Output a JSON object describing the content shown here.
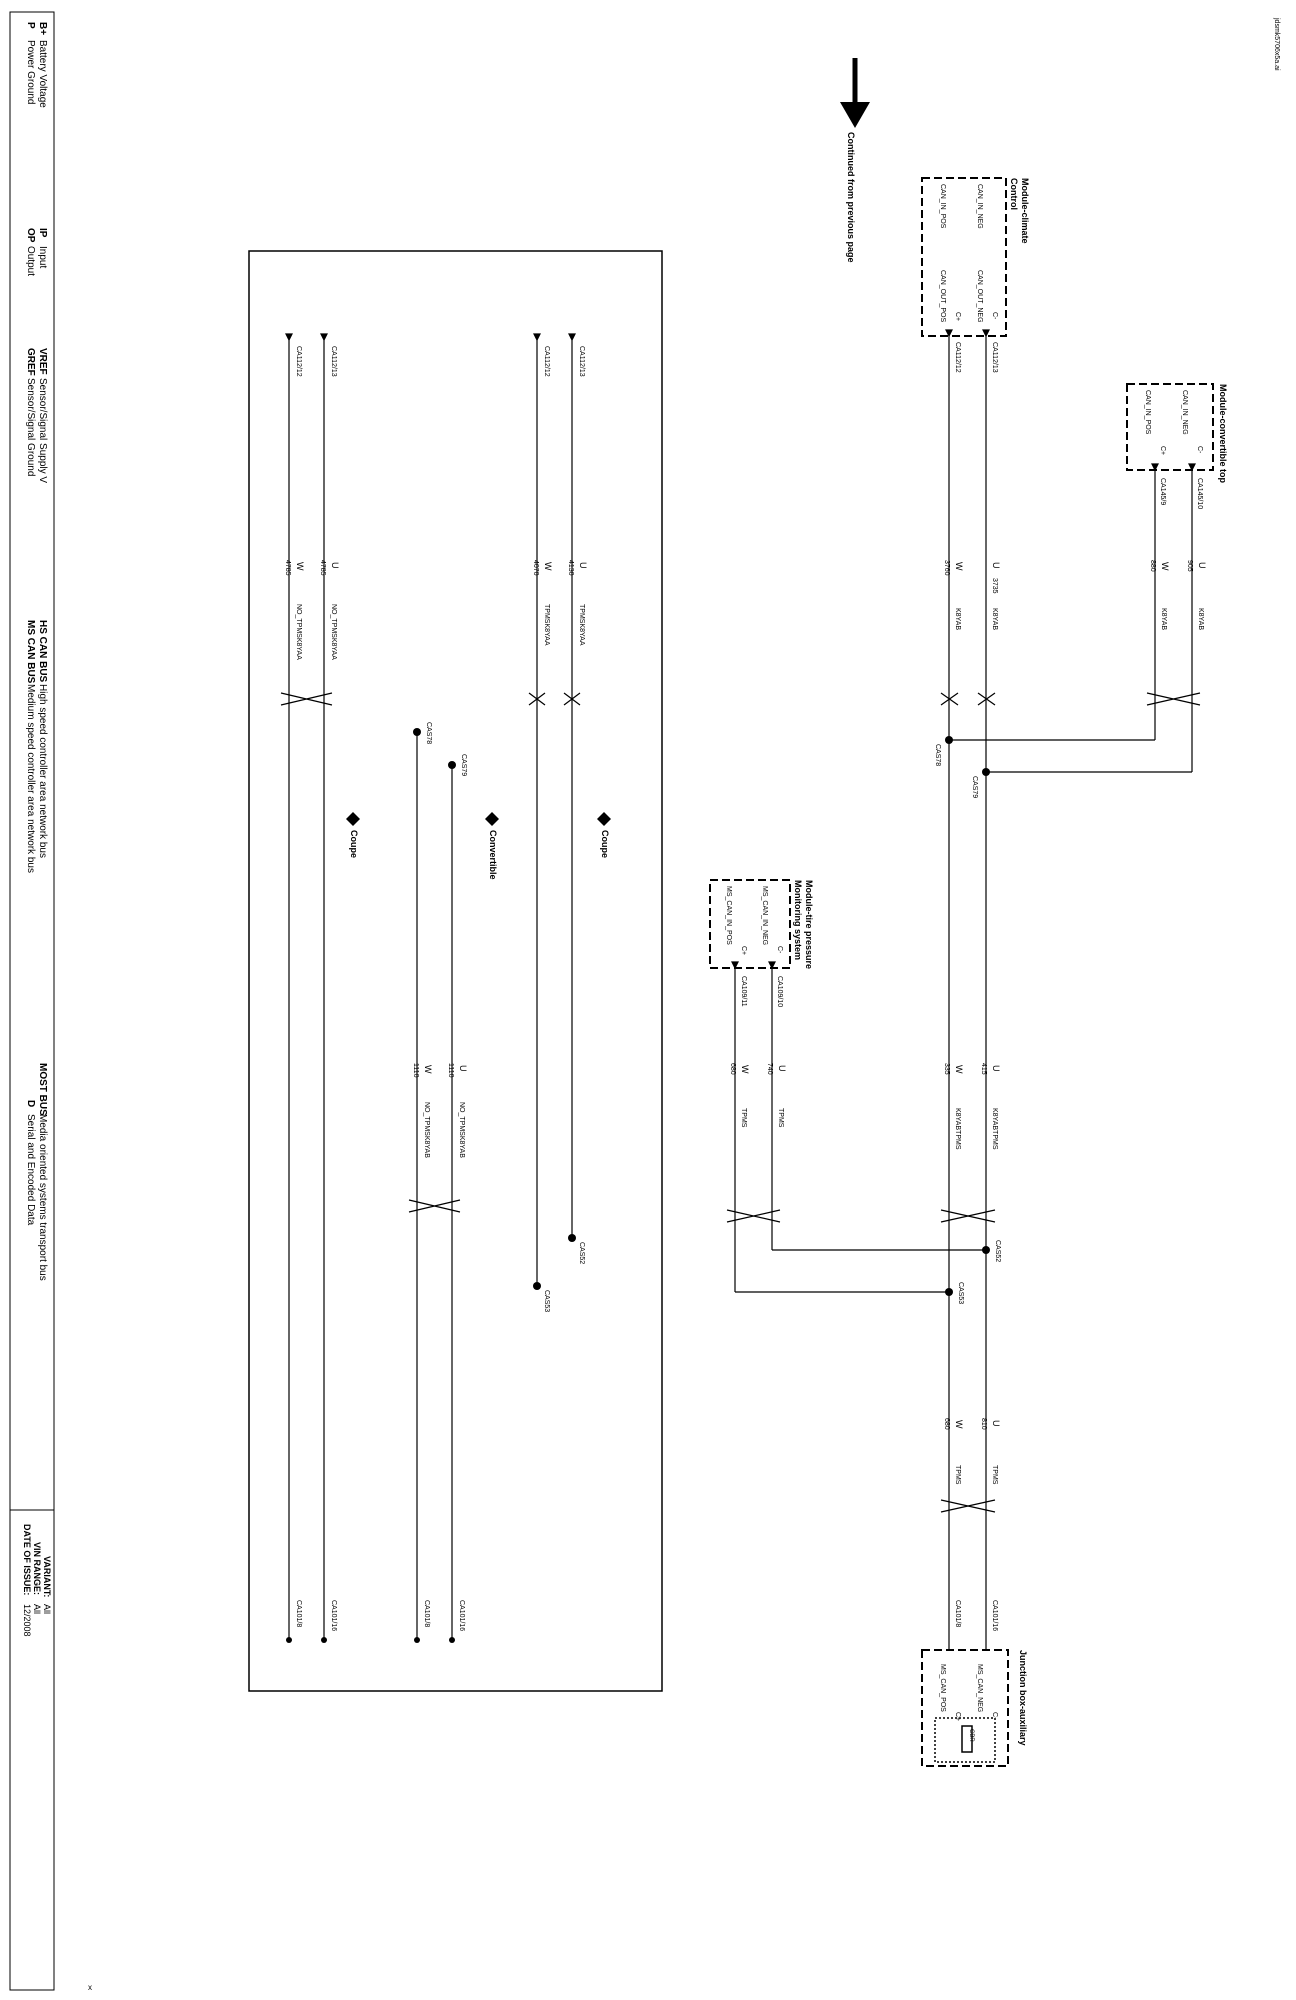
{
  "page_ref": "jdsmk5706x5a.ai",
  "corner_mark": "x",
  "header_arrow_label": "Continued from previous page",
  "modules": {
    "climate": {
      "title_line1": "Module-climate",
      "title_line2": "Control",
      "pin_neg_label": "CAN_IN_NEG",
      "pin_pos_label": "CAN_IN_POS",
      "out_neg_label": "CAN_OUT_NEG",
      "out_pos_label": "CAN_OUT_POS",
      "c_minus": "C-",
      "c_plus": "C+",
      "conn_top": "CA112/13",
      "conn_bottom": "CA112/12"
    },
    "convertible": {
      "title": "Module-convertible top",
      "pin_neg_label": "CAN_IN_NEG",
      "pin_pos_label": "CAN_IN_POS",
      "c_minus": "C-",
      "c_plus": "C+",
      "conn_top": "CA145/10",
      "conn_bottom": "CA145/9"
    },
    "tpms": {
      "title_line1": "Module-tire pressure",
      "title_line2": "Monitoring system",
      "pin_neg_label": "MS_CAN_IN_NEG",
      "pin_pos_label": "MS_CAN_IN_POS",
      "c_minus": "C-",
      "c_plus": "C+",
      "conn_top": "CA109/10",
      "conn_bottom": "CA109/11"
    },
    "junction": {
      "title": "Junction box-auxiliary",
      "pin_neg_label": "MS_CAN_NEG",
      "pin_pos_label": "MS_CAN_POS",
      "c_minus": "C-",
      "c_plus": "C+",
      "inner_label": "CBR",
      "conn_top": "CA101/16",
      "conn_bottom": "CA101/8"
    }
  },
  "wires": {
    "climate_top": {
      "color": "U",
      "circuit": "3735",
      "name": "K8YAB"
    },
    "climate_bottom": {
      "color": "W",
      "circuit": "3760",
      "name": "K8YAB"
    },
    "conv_top": {
      "color": "U",
      "circuit": "905",
      "name": "K8YAB"
    },
    "conv_bottom": {
      "color": "W",
      "circuit": "880",
      "name": "K8YAB"
    },
    "mid_top": {
      "color": "U",
      "circuit": "415",
      "name": "K8YABTPMS"
    },
    "mid_bottom": {
      "color": "W",
      "circuit": "335",
      "name": "K8YABTPMS"
    },
    "tpms_top": {
      "color": "U",
      "circuit": "740",
      "name": "TPMS"
    },
    "tpms_bottom": {
      "color": "W",
      "circuit": "680",
      "name": "TPMS"
    },
    "jb_top": {
      "color": "U",
      "circuit": "810",
      "name": "TPMS"
    },
    "jb_bottom": {
      "color": "W",
      "circuit": "680",
      "name": "TPMS"
    }
  },
  "splices": {
    "cas79": "CAS79",
    "cas78": "CAS78",
    "cas52": "CAS52",
    "cas53": "CAS53"
  },
  "variants": {
    "coupe": "Coupe",
    "convertible": "Convertible",
    "g1_top": {
      "color": "U",
      "circuit": "4130",
      "name": "TPMSK8YAA"
    },
    "g1_bottom": {
      "color": "W",
      "circuit": "4070",
      "name": "TPMSK8YAA"
    },
    "g2_top": {
      "color": "U",
      "circuit": "1110",
      "name": "NO_TPMSK8YAB"
    },
    "g2_bottom": {
      "color": "W",
      "circuit": "1110",
      "name": "NO_TPMSK8YAB"
    },
    "g3_top": {
      "color": "U",
      "circuit": "4785",
      "name": "NO_TPMSK8YAA"
    },
    "g3_bottom": {
      "color": "W",
      "circuit": "4785",
      "name": "NO_TPMSK8YAA"
    },
    "conn_a": "CA112/13",
    "conn_b": "CA112/12",
    "conn_c": "CA101/16",
    "conn_d": "CA101/8"
  },
  "legend": {
    "b_plus": {
      "code": "B+",
      "text": "Battery Voltage"
    },
    "p": {
      "code": "P",
      "text": "Power Ground"
    },
    "ip": {
      "code": "IP",
      "text": "Input"
    },
    "op": {
      "code": "OP",
      "text": "Output"
    },
    "vref": {
      "code": "VREF",
      "text": "Sensor/Signal Supply V"
    },
    "gref": {
      "code": "GREF",
      "text": "Sensor/Signal Ground"
    },
    "hs": {
      "code": "HS CAN BUS",
      "text": "High speed controller area network bus"
    },
    "ms": {
      "code": "MS CAN BUS",
      "text": "Medium speed controller area network bus"
    },
    "most": {
      "code": "MOST BUS",
      "text": "Media oriented systems transport bus"
    },
    "d": {
      "code": "D",
      "text": "Serial and Encoded Data"
    }
  },
  "info": {
    "variant_label": "VARIANT:",
    "variant_value": "All",
    "vin_label": "VIN RANGE:",
    "vin_value": "All",
    "date_label": "DATE OF ISSUE:",
    "date_value": "12/2008"
  }
}
